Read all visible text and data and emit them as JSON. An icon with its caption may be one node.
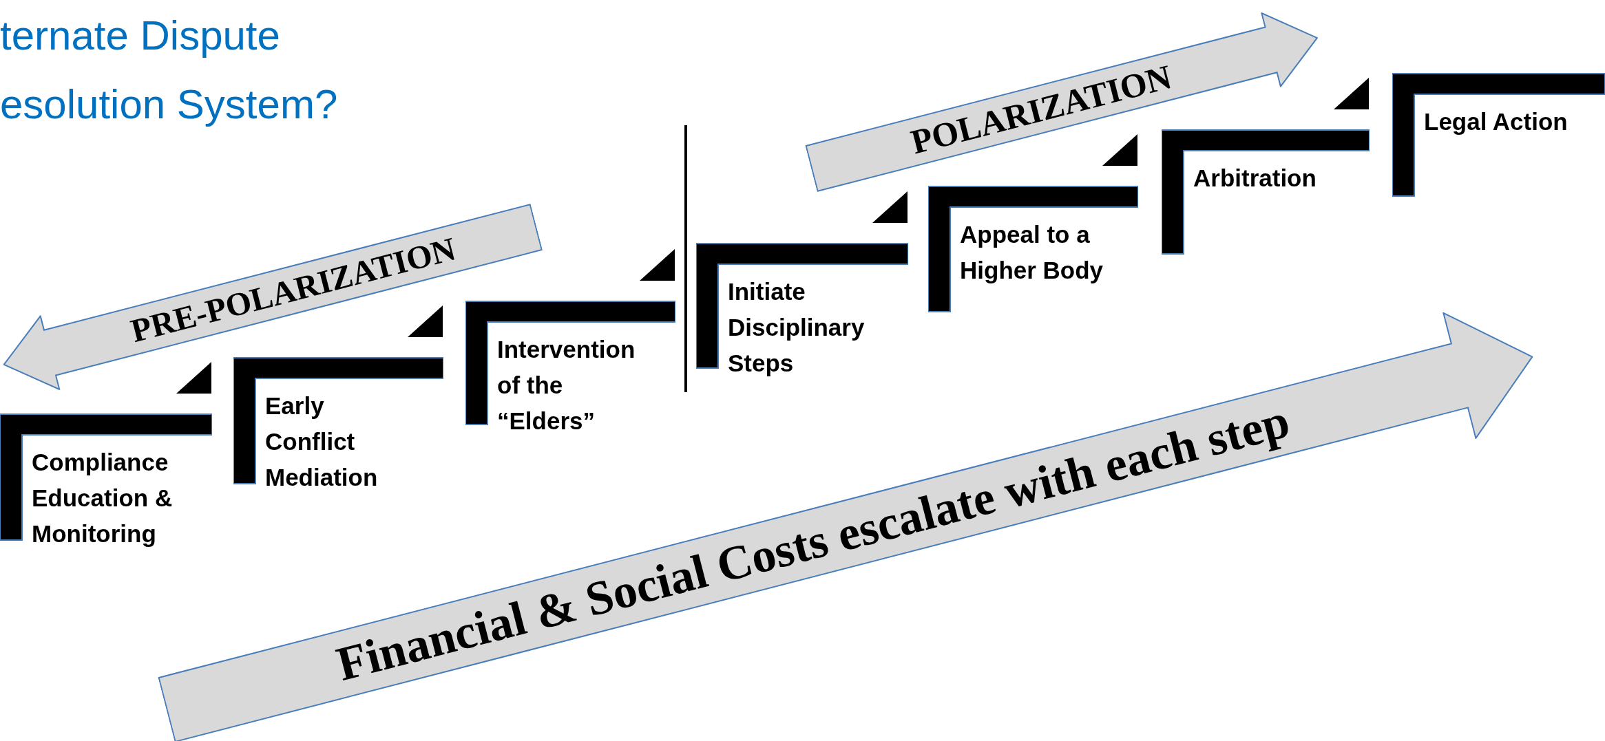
{
  "diagram": {
    "title": "ternate Dispute esolution System?",
    "nodes": [
      {
        "text": [
          "Compliance Education & Monitoring"
        ]
      },
      {
        "text": [
          "Early Conflict Mediation"
        ]
      },
      {
        "text": [
          "Intervention of the “Elders”"
        ]
      },
      {
        "text": [
          "Initiate Disciplinary Steps"
        ]
      },
      {
        "text": [
          "Appeal to a Higher Body"
        ]
      },
      {
        "text": [
          "Arbitration"
        ]
      },
      {
        "text": [
          "Legal Action"
        ]
      },
      {
        "text": [
          "PRE-POLARIZATION"
        ]
      },
      {
        "text": [
          "POLARIZATION"
        ]
      },
      {
        "text": [
          "Financial & Social Costs escalate with each step"
        ]
      }
    ]
  }
}
